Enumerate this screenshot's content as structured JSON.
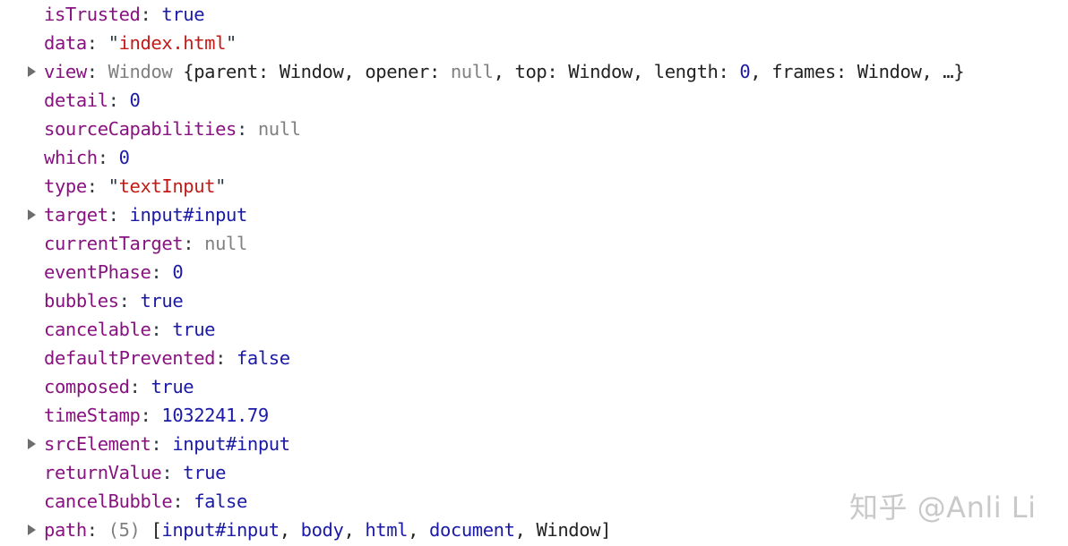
{
  "props": {
    "isTrusted": {
      "key": "isTrusted",
      "value": "true"
    },
    "data": {
      "key": "data",
      "value": "index.html"
    },
    "view": {
      "key": "view",
      "class_name": "Window",
      "preview": {
        "k1": "parent",
        "v1": "Window",
        "k2": "opener",
        "v2": "null",
        "k3": "top",
        "v3": "Window",
        "k4": "length",
        "v4": "0",
        "k5": "frames",
        "v5": "Window",
        "ellipsis": "…"
      }
    },
    "detail": {
      "key": "detail",
      "value": "0"
    },
    "sourceCapabilities": {
      "key": "sourceCapabilities",
      "value": "null"
    },
    "which": {
      "key": "which",
      "value": "0"
    },
    "type": {
      "key": "type",
      "value": "textInput"
    },
    "target": {
      "key": "target",
      "value": "input#input"
    },
    "currentTarget": {
      "key": "currentTarget",
      "value": "null"
    },
    "eventPhase": {
      "key": "eventPhase",
      "value": "0"
    },
    "bubbles": {
      "key": "bubbles",
      "value": "true"
    },
    "cancelable": {
      "key": "cancelable",
      "value": "true"
    },
    "defaultPrevented": {
      "key": "defaultPrevented",
      "value": "false"
    },
    "composed": {
      "key": "composed",
      "value": "true"
    },
    "timeStamp": {
      "key": "timeStamp",
      "value": "1032241.79"
    },
    "srcElement": {
      "key": "srcElement",
      "value": "input#input"
    },
    "returnValue": {
      "key": "returnValue",
      "value": "true"
    },
    "cancelBubble": {
      "key": "cancelBubble",
      "value": "false"
    },
    "path": {
      "key": "path",
      "count": "(5)",
      "items": [
        "input#input",
        "body",
        "html",
        "document",
        "Window"
      ]
    }
  },
  "watermark": "知乎 @Anli Li"
}
